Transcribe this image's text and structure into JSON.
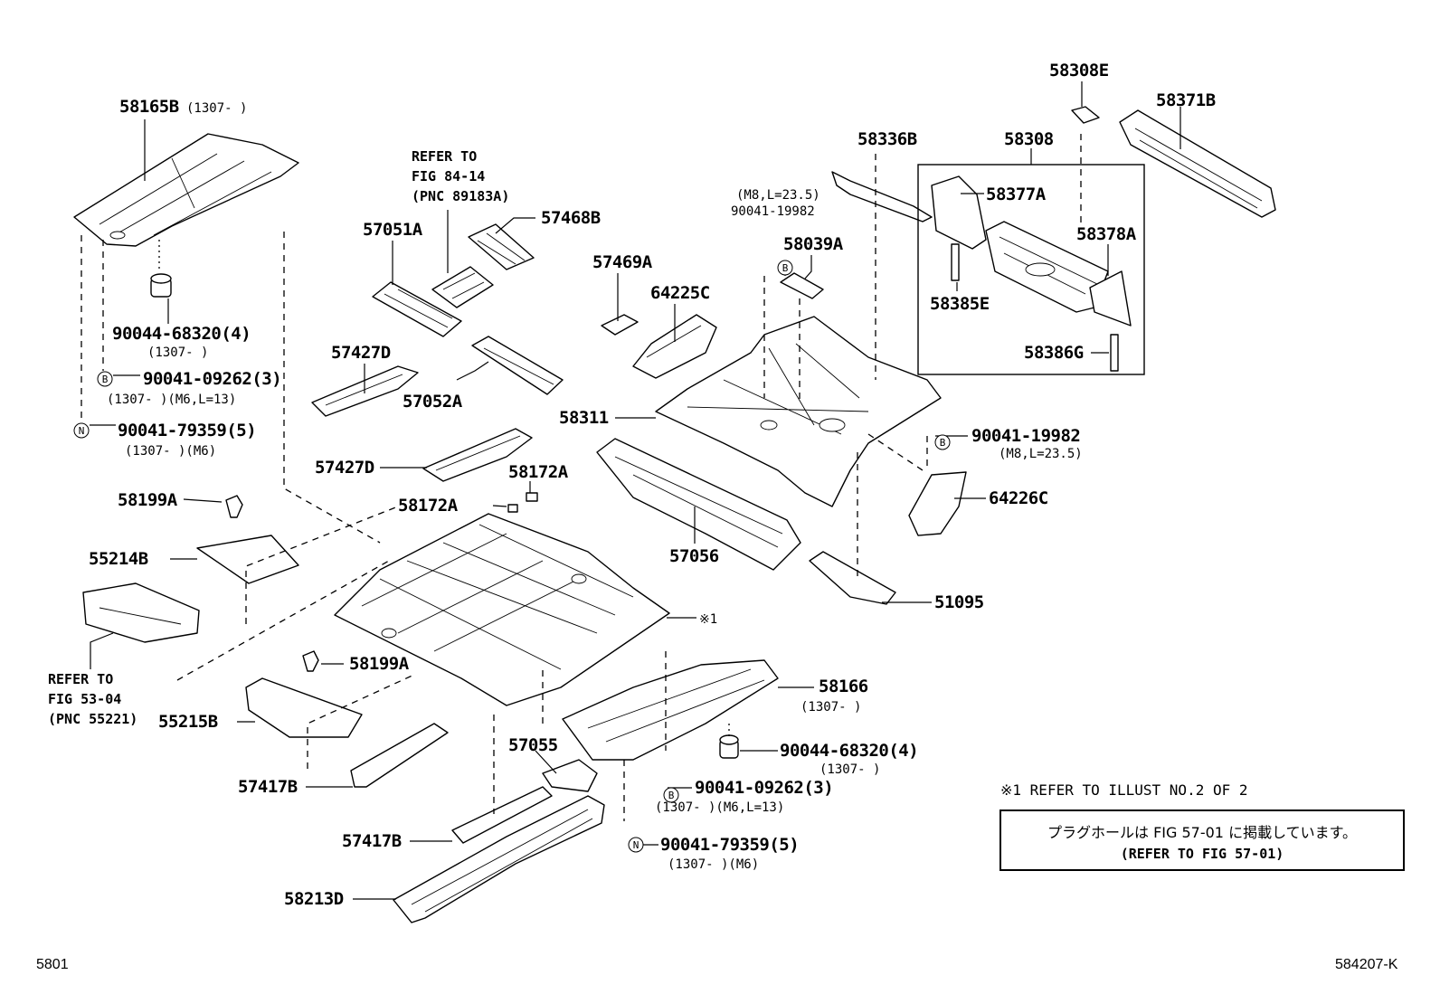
{
  "labels": {
    "p58165B": "58165B",
    "p58165B_date": "(1307-     )",
    "p90044_top": "90044-68320(4)",
    "p90044_top_date": "(1307-     )",
    "pB_top": "90041-09262(3)",
    "pB_top_note": "(1307-     )(M6,L=13)",
    "pN_top": "90041-79359(5)",
    "pN_top_note": "(1307-     )(M6)",
    "refer1_l1": "REFER TO",
    "refer1_l2": "FIG 84-14",
    "refer1_l3": "(PNC 89183A)",
    "p57468B": "57468B",
    "p57051A": "57051A",
    "p57427D_a": "57427D",
    "p57052A": "57052A",
    "p57427D_b": "57427D",
    "p58172A_a": "58172A",
    "p58172A_b": "58172A",
    "p57469A": "57469A",
    "p64225C": "64225C",
    "pB_mid_l1": "(M8,L=23.5)",
    "pB_mid_l2": "90041-19982",
    "p58039A": "58039A",
    "p58336B": "58336B",
    "p58308E": "58308E",
    "p58371B": "58371B",
    "p58308": "58308",
    "p58377A": "58377A",
    "p58378A": "58378A",
    "p58385E": "58385E",
    "p58386G": "58386G",
    "p58311": "58311",
    "pB_right": "90041-19982",
    "pB_right_note": "(M8,L=23.5)",
    "p64226C": "64226C",
    "p57056": "57056",
    "p51095": "51095",
    "p58199A_a": "58199A",
    "p55214B": "55214B",
    "refer2_l1": "REFER TO",
    "refer2_l2": "FIG 53-04",
    "refer2_l3": "(PNC 55221)",
    "p58199A_b": "58199A",
    "p55215B": "55215B",
    "p57417B_a": "57417B",
    "p57055": "57055",
    "p57417B_b": "57417B",
    "p58213D": "58213D",
    "note_mark": "※1",
    "p58166": "58166",
    "p58166_date": "(1307-     )",
    "p90044_bot": "90044-68320(4)",
    "p90044_bot_date": "(1307-     )",
    "pB_bot": "90041-09262(3)",
    "pB_bot_note": "(1307-     )(M6,L=13)",
    "pN_bot": "90041-79359(5)",
    "pN_bot_note": "(1307-     )(M6)",
    "circle_B": "B",
    "circle_N": "N"
  },
  "notes": {
    "refer_illust": "※1  REFER TO ILLUST NO.2 OF 2",
    "box_jp": "プラグホールは FIG 57-01 に掲載しています。",
    "box_en": "(REFER TO FIG 57-01)"
  },
  "footer": {
    "left": "5801",
    "right": "584207-K"
  }
}
